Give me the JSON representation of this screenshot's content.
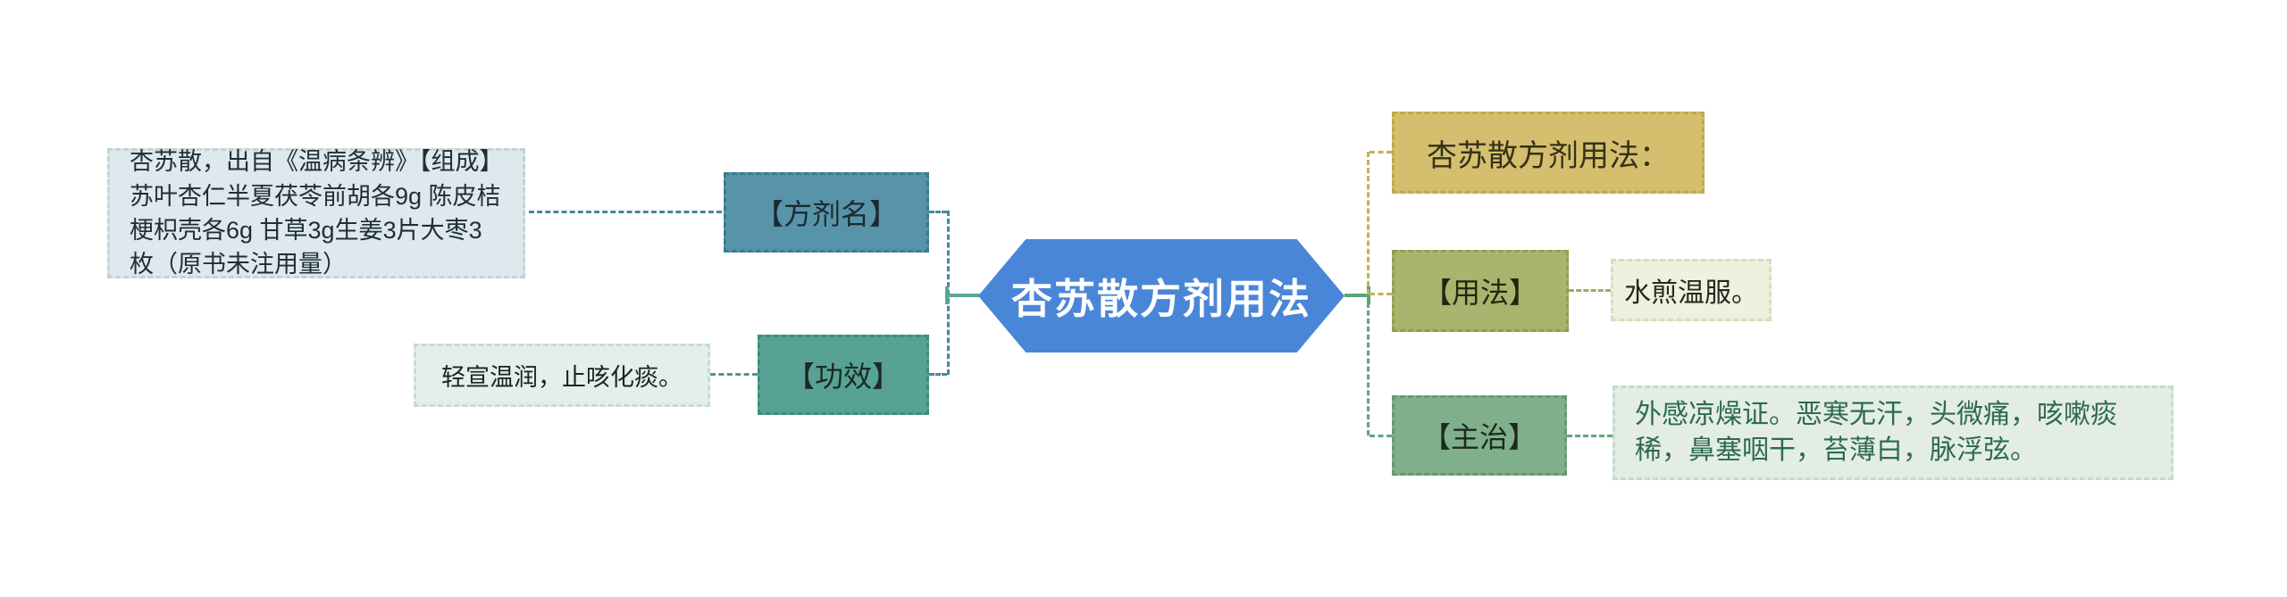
{
  "diagram_title": "杏苏散方剂用法",
  "root": {
    "label": "杏苏散方剂用法"
  },
  "left_branch": {
    "composition_text": "杏苏散，出自《温病条辨》【组成】苏叶杏仁半夏茯苓前胡各9g 陈皮桔梗枳壳各6g 甘草3g生姜3片大枣3枚（原书未注用量）",
    "formula_name_label": "【方剂名】",
    "effect_label": "【功效】",
    "effect_text": "轻宣温润，止咳化痰。"
  },
  "right_branch": {
    "header_label": "杏苏散方剂用法：",
    "usage_label": "【用法】",
    "usage_text": "水煎温服。",
    "indication_label": "【主治】",
    "indication_text": "外感凉燥证。恶寒无汗，头微痛，咳嗽痰稀，鼻塞咽干，苔薄白，脉浮弦。"
  },
  "colors": {
    "root_node": "#4a86d8",
    "formula_name_node": "#5794aa",
    "effect_node": "#57a294",
    "header_node": "#d5bf6e",
    "usage_node": "#a7b56e",
    "indication_node": "#80b08b",
    "info_box": "#dde9ec",
    "effect_text_box": "#e4efe9",
    "usage_text_box": "#f0f0e1",
    "indication_text_box": "#e3ede6",
    "left_branch_connector": "#47869d",
    "gold_connector": "#c6b058",
    "green_connector": "#5da87b"
  }
}
